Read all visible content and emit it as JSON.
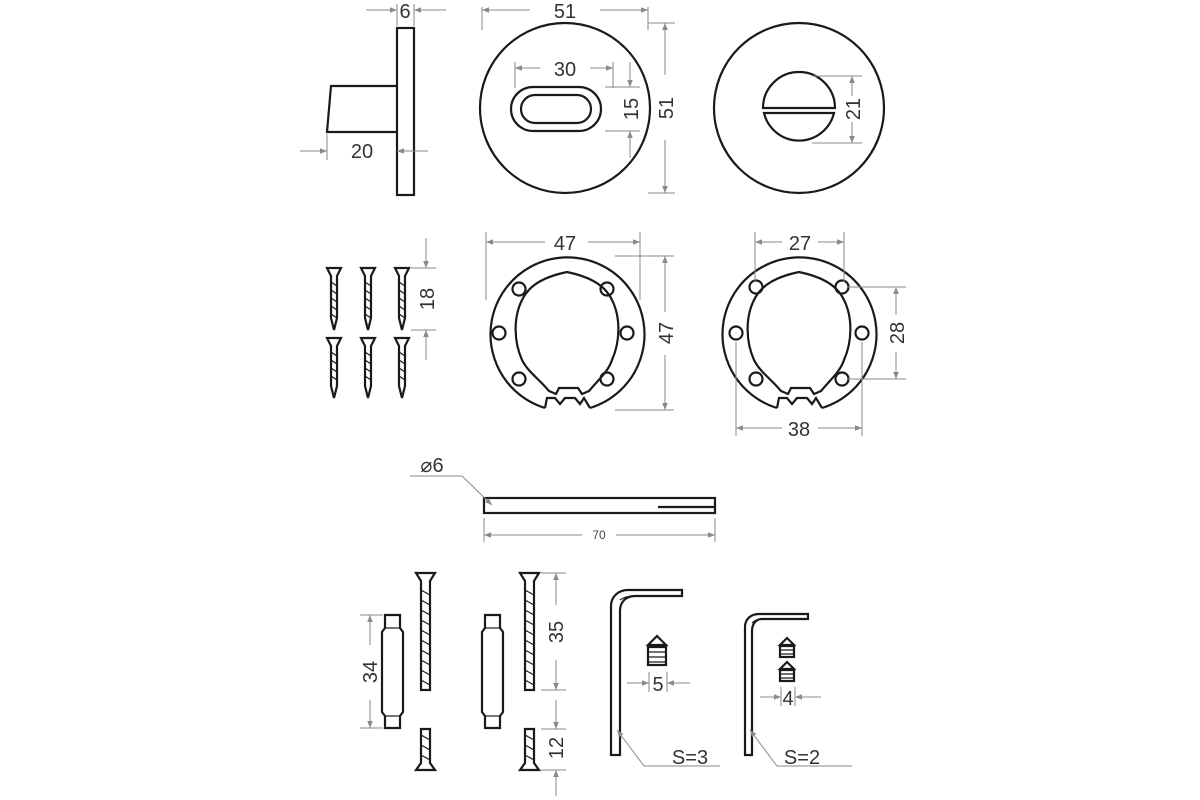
{
  "colors": {
    "line": "#1a1a1a",
    "dimension": "#8a8a8a",
    "background": "#ffffff"
  },
  "dimensions": {
    "plate_thickness": "6",
    "knob_length": "20",
    "rosette_diameter": "51",
    "rosette_height": "51",
    "slot_width": "30",
    "slot_height": "15",
    "turn_slot_height": "21",
    "base_outer_width": "47",
    "base_outer_height": "47",
    "base2_inner_width": "27",
    "base2_hole_span": "28",
    "base2_outer_width": "38",
    "screw_length": "18",
    "spindle_diameter": "⌀6",
    "spindle_length": "70",
    "sleeve_length": "34",
    "bolt_long_length": "35",
    "bolt_short_length": "12",
    "hex_key_large_size": "5",
    "hex_key_small_size": "4",
    "hex_key_large_label": "S=3",
    "hex_key_small_label": "S=2"
  }
}
